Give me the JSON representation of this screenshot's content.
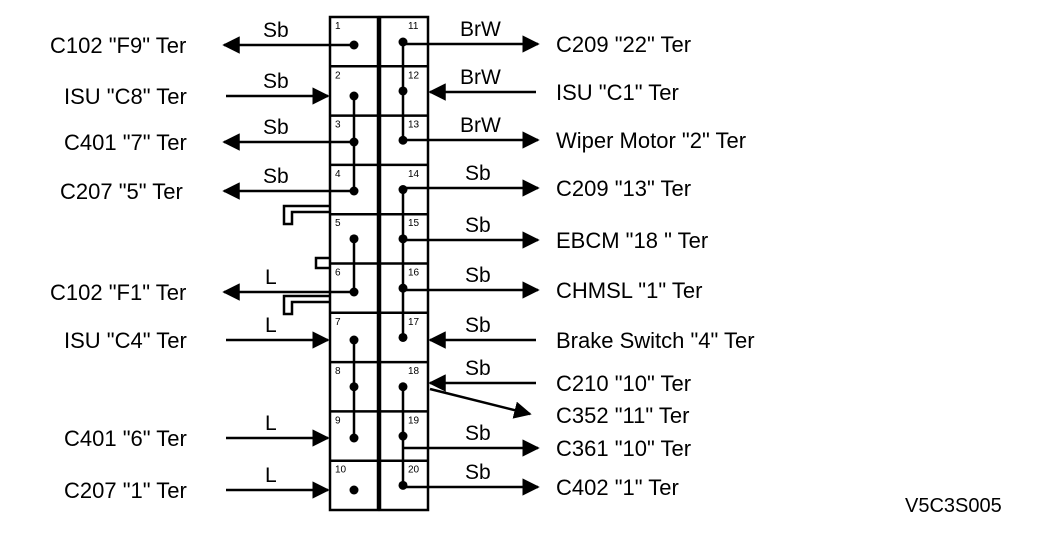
{
  "figure_code": "V5C3S005",
  "left_pins": [
    {
      "pin": "1",
      "wire": "Sb",
      "label": "C102 \"F9\" Ter",
      "dir": "out"
    },
    {
      "pin": "2",
      "wire": "Sb",
      "label": "ISU \"C8\" Ter",
      "dir": "in"
    },
    {
      "pin": "3",
      "wire": "Sb",
      "label": "C401 \"7\" Ter",
      "dir": "out"
    },
    {
      "pin": "4",
      "wire": "Sb",
      "label": "C207 \"5\" Ter",
      "dir": "out"
    },
    {
      "pin": "5",
      "wire": "",
      "label": "",
      "dir": "none"
    },
    {
      "pin": "6",
      "wire": "L",
      "label": "C102 \"F1\" Ter",
      "dir": "out"
    },
    {
      "pin": "7",
      "wire": "L",
      "label": "ISU \"C4\" Ter",
      "dir": "in"
    },
    {
      "pin": "8",
      "wire": "",
      "label": "",
      "dir": "none"
    },
    {
      "pin": "9",
      "wire": "L",
      "label": "C401 \"6\" Ter",
      "dir": "in"
    },
    {
      "pin": "10",
      "wire": "L",
      "label": "C207 \"1\" Ter",
      "dir": "in"
    }
  ],
  "right_pins": [
    {
      "pin": "11",
      "wire": "BrW",
      "label": "C209 \"22\" Ter",
      "dir": "out"
    },
    {
      "pin": "12",
      "wire": "BrW",
      "label": "ISU \"C1\" Ter",
      "dir": "in"
    },
    {
      "pin": "13",
      "wire": "BrW",
      "label": "Wiper Motor \"2\" Ter",
      "dir": "out"
    },
    {
      "pin": "14",
      "wire": "Sb",
      "label": "C209 \"13\" Ter",
      "dir": "out"
    },
    {
      "pin": "15",
      "wire": "Sb",
      "label": "EBCM \"18 \" Ter",
      "dir": "out"
    },
    {
      "pin": "16",
      "wire": "Sb",
      "label": "CHMSL \"1\" Ter",
      "dir": "out"
    },
    {
      "pin": "17",
      "wire": "Sb",
      "label": "Brake Switch \"4\" Ter",
      "dir": "in"
    },
    {
      "pin": "18",
      "wire": "Sb",
      "label": "C210 \"10\" Ter",
      "dir": "in"
    },
    {
      "pin": "19",
      "wire": "Sb",
      "label": "C361 \"10\" Ter",
      "dir": "out"
    },
    {
      "pin": "20",
      "wire": "Sb",
      "label": "C402 \"1\" Ter",
      "dir": "out"
    }
  ],
  "extra_labels": {
    "c352": "C352 \"11\" Ter"
  }
}
